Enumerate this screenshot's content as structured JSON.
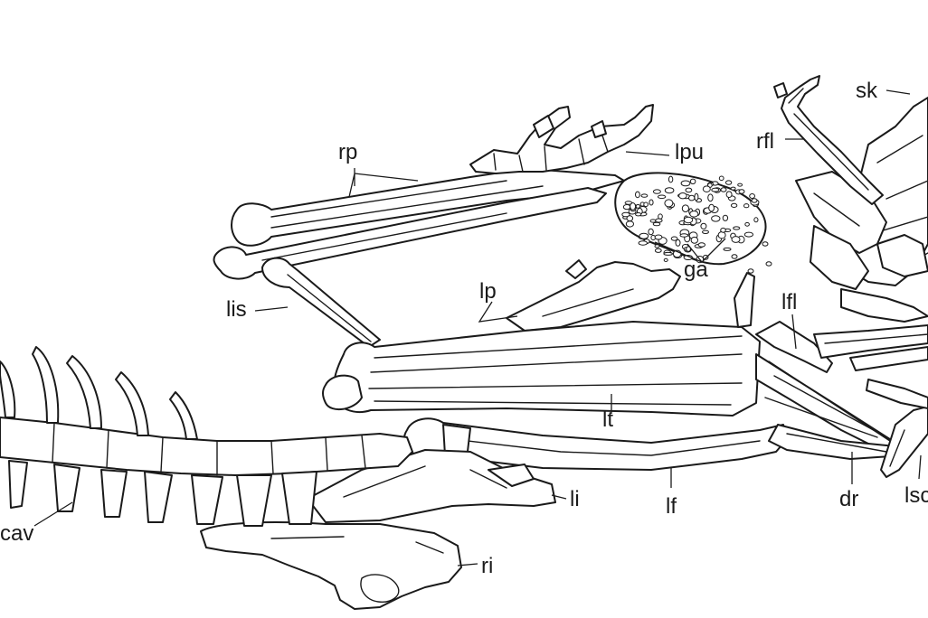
{
  "labels": {
    "rp": "rp",
    "lpu": "lpu",
    "sk": "sk",
    "rfl": "rfl",
    "ga": "ga",
    "lis": "lis",
    "lp": "lp",
    "lfl": "lfl",
    "lt": "lt",
    "li": "li",
    "lf": "lf",
    "dr": "dr",
    "lsc": "lsc",
    "cav": "cav",
    "ri": "ri"
  }
}
